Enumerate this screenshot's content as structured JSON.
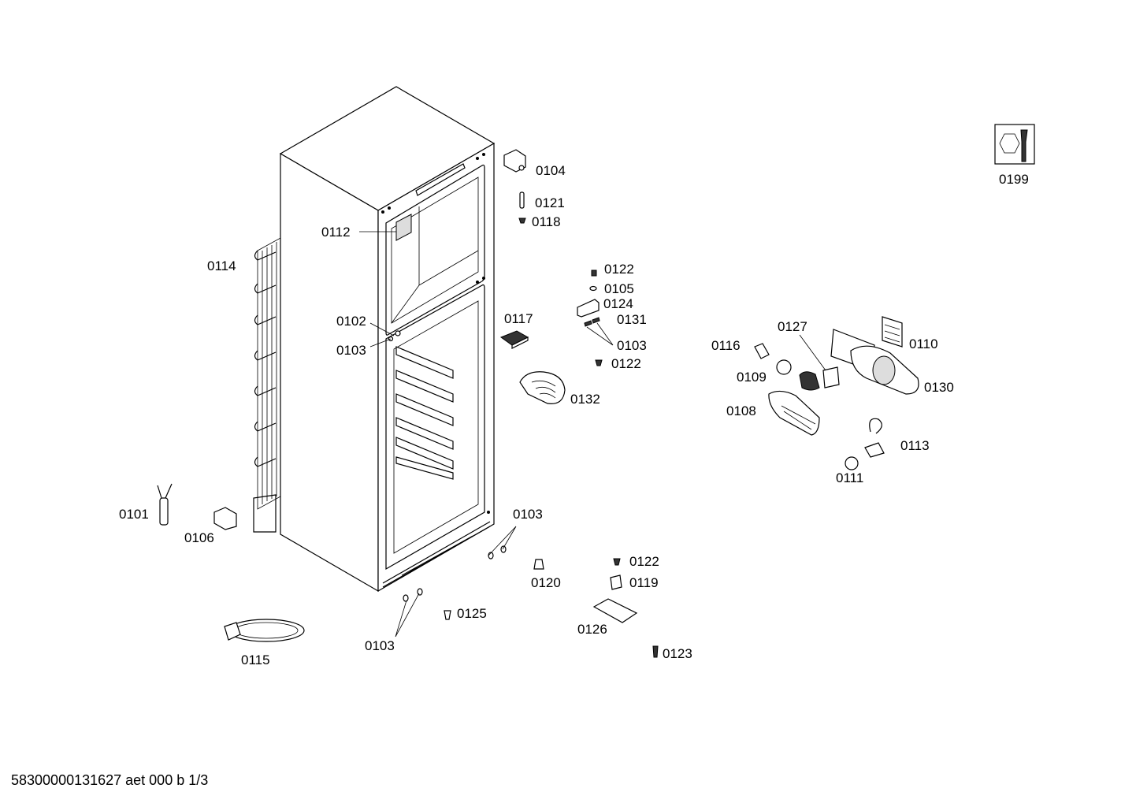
{
  "parts": [
    {
      "id": "p0101",
      "label": "0101"
    },
    {
      "id": "p0102",
      "label": "0102"
    },
    {
      "id": "p0103a",
      "label": "0103"
    },
    {
      "id": "p0103b",
      "label": "0103"
    },
    {
      "id": "p0103c",
      "label": "0103"
    },
    {
      "id": "p0103d",
      "label": "0103"
    },
    {
      "id": "p0104",
      "label": "0104"
    },
    {
      "id": "p0105",
      "label": "0105"
    },
    {
      "id": "p0106",
      "label": "0106"
    },
    {
      "id": "p0108",
      "label": "0108"
    },
    {
      "id": "p0109",
      "label": "0109"
    },
    {
      "id": "p0110",
      "label": "0110"
    },
    {
      "id": "p0111",
      "label": "0111"
    },
    {
      "id": "p0112",
      "label": "0112"
    },
    {
      "id": "p0113",
      "label": "0113"
    },
    {
      "id": "p0114",
      "label": "0114"
    },
    {
      "id": "p0115",
      "label": "0115"
    },
    {
      "id": "p0116",
      "label": "0116"
    },
    {
      "id": "p0117",
      "label": "0117"
    },
    {
      "id": "p0118",
      "label": "0118"
    },
    {
      "id": "p0119",
      "label": "0119"
    },
    {
      "id": "p0120",
      "label": "0120"
    },
    {
      "id": "p0121",
      "label": "0121"
    },
    {
      "id": "p0122a",
      "label": "0122"
    },
    {
      "id": "p0122b",
      "label": "0122"
    },
    {
      "id": "p0122c",
      "label": "0122"
    },
    {
      "id": "p0123",
      "label": "0123"
    },
    {
      "id": "p0124",
      "label": "0124"
    },
    {
      "id": "p0125",
      "label": "0125"
    },
    {
      "id": "p0126",
      "label": "0126"
    },
    {
      "id": "p0127",
      "label": "0127"
    },
    {
      "id": "p0130",
      "label": "0130"
    },
    {
      "id": "p0131",
      "label": "0131"
    },
    {
      "id": "p0132",
      "label": "0132"
    },
    {
      "id": "p0199",
      "label": "0199"
    }
  ],
  "footer": "58300000131627 aet 000 b 1/3",
  "icons": {
    "tool": "wrench-nut-icon"
  }
}
